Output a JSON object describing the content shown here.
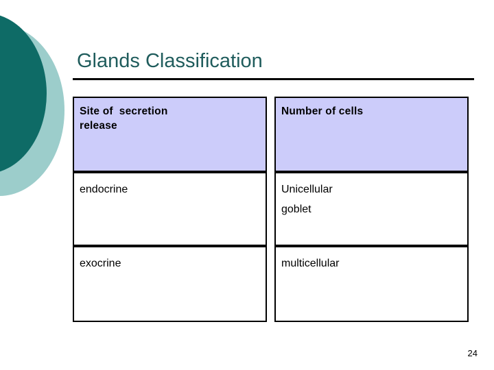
{
  "slide": {
    "title": "Glands Classification",
    "page_number": "24",
    "colors": {
      "title_text": "#1F5C5C",
      "deco_dark_teal": "#0E6B66",
      "deco_light_teal": "#9CCDCB",
      "header_fill": "#CCCCFA",
      "border": "#000000",
      "background": "#FFFFFF"
    }
  },
  "table": {
    "columns": [
      {
        "header": "Site of  secretion\nrelease"
      },
      {
        "header": "Number of cells"
      }
    ],
    "header_cells": {
      "col1_line1": "Site of  secretion",
      "col1_line2": "release",
      "col2_line1": "Number of cells"
    },
    "rows": [
      {
        "col1_line1": "endocrine",
        "col1_line2": "",
        "col2_line1": "Unicellular",
        "col2_line2": "goblet"
      },
      {
        "col1_line1": "exocrine",
        "col1_line2": "",
        "col2_line1": "multicellular",
        "col2_line2": ""
      }
    ]
  }
}
